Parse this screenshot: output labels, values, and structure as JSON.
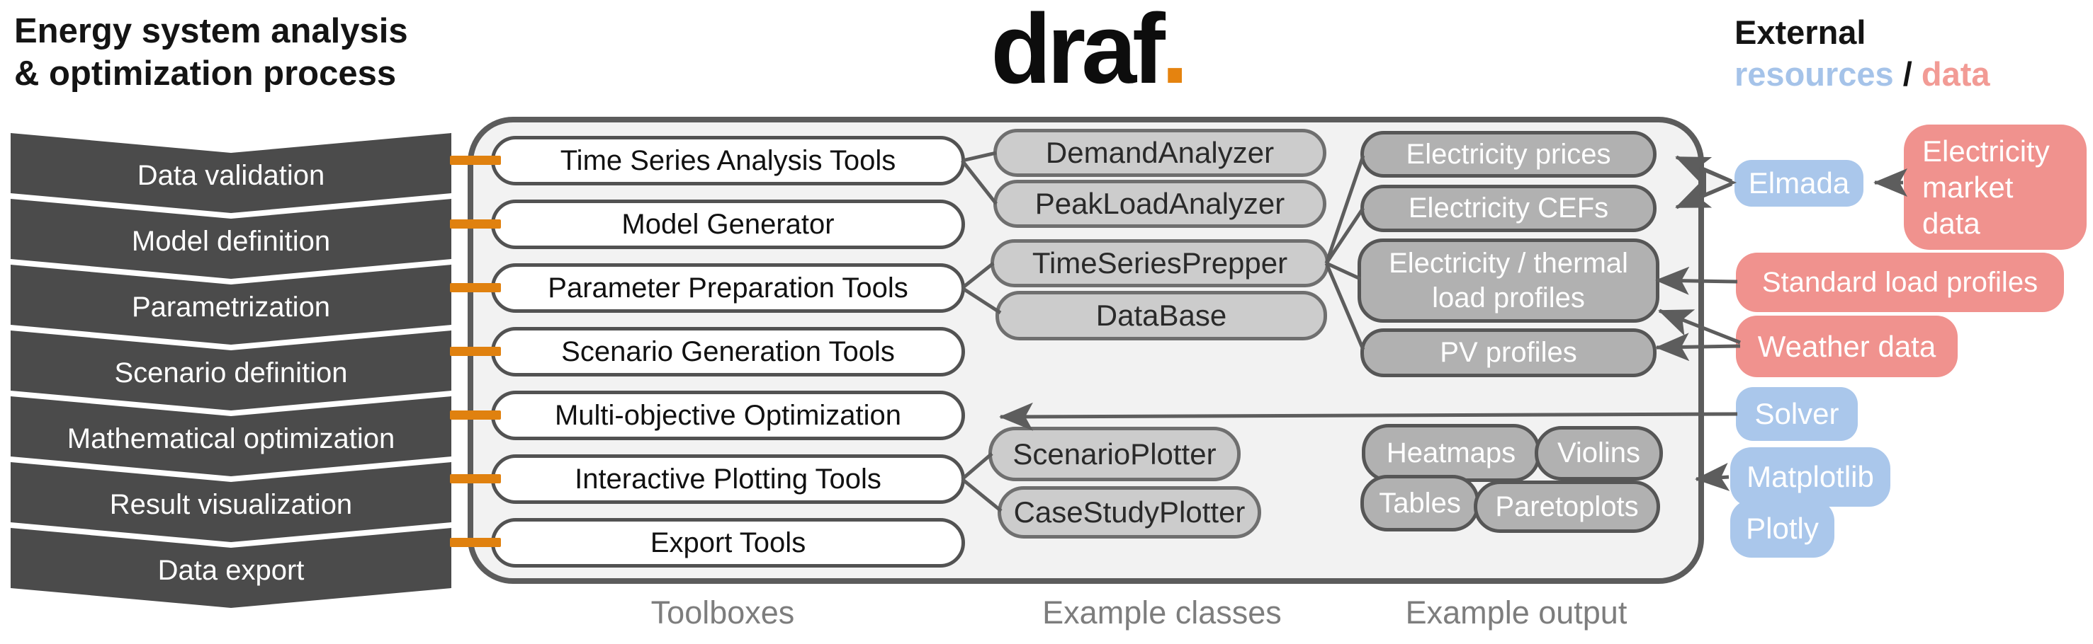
{
  "title": {
    "line1": "Energy system analysis",
    "line2": "& optimization process"
  },
  "logo": {
    "text": "draf",
    "dot": "."
  },
  "external_header": {
    "line1": "External",
    "resources": "resources",
    "separator": " / ",
    "data": "data"
  },
  "process_steps": [
    "Data validation",
    "Model definition",
    "Parametrization",
    "Scenario definition",
    "Mathematical optimization",
    "Result visualization",
    "Data export"
  ],
  "toolboxes": [
    "Time Series Analysis Tools",
    "Model Generator",
    "Parameter Preparation Tools",
    "Scenario Generation Tools",
    "Multi-objective Optimization",
    "Interactive Plotting Tools",
    "Export Tools"
  ],
  "example_classes": [
    "DemandAnalyzer",
    "PeakLoadAnalyzer",
    "TimeSeriesPrepper",
    "DataBase",
    "ScenarioPlotter",
    "CaseStudyPlotter"
  ],
  "example_outputs": [
    "Electricity prices",
    "Electricity CEFs",
    "Electricity / thermal\nload profiles",
    "PV profiles"
  ],
  "plot_outputs": [
    "Heatmaps",
    "Violins",
    "Tables",
    "Paretoplots"
  ],
  "external_resources": [
    "Elmada",
    "Solver",
    "Matplotlib",
    "Plotly"
  ],
  "external_data": [
    "Electricity\nmarket\ndata",
    "Standard load profiles",
    "Weather data"
  ],
  "column_labels": [
    "Toolboxes",
    "Example classes",
    "Example output"
  ],
  "colors": {
    "accent_orange": "#e5830f",
    "resource_blue": "#aac7eb",
    "data_pink": "#f0928e",
    "process_gray": "#4b4b4b",
    "line_gray": "#5d5d5d"
  }
}
